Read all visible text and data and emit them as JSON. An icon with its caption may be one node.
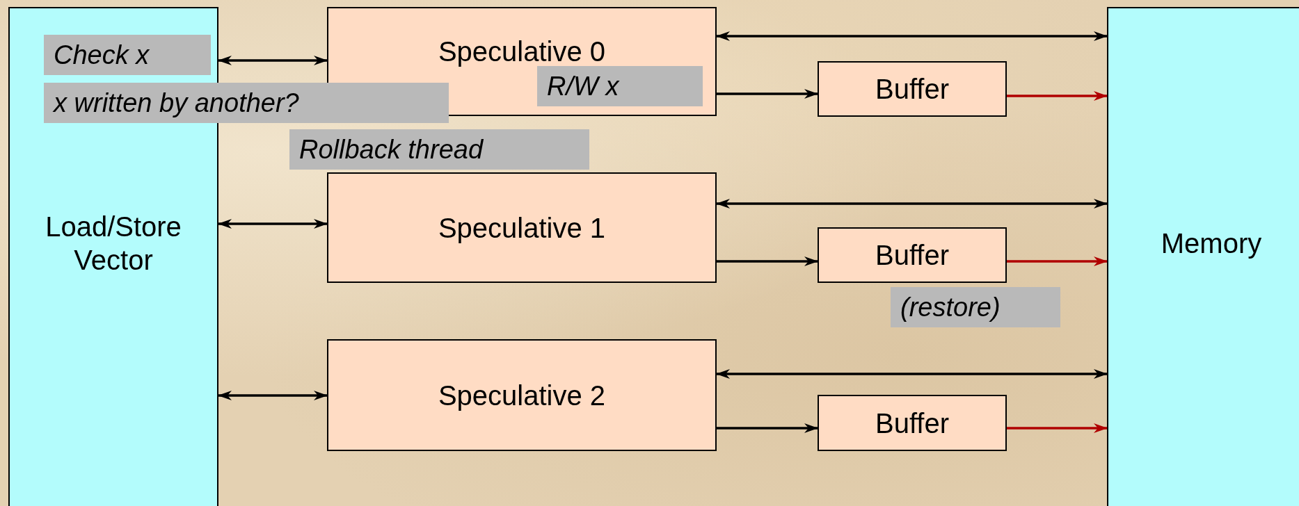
{
  "diagram": {
    "nodes": [
      {
        "text": [
          "Load/Store Vector"
        ]
      },
      {
        "text": [
          "Memory"
        ]
      },
      {
        "text": [
          "Speculative 0"
        ]
      },
      {
        "text": [
          "Speculative 1"
        ]
      },
      {
        "text": [
          "Speculative 2"
        ]
      },
      {
        "text": [
          "Buffer"
        ]
      },
      {
        "text": [
          "Buffer"
        ]
      },
      {
        "text": [
          "Buffer"
        ]
      }
    ],
    "edges": [
      {
        "from": 0,
        "to": 2,
        "arrow": "both"
      },
      {
        "from": 0,
        "to": 3,
        "arrow": "both"
      },
      {
        "from": 0,
        "to": 4,
        "arrow": "both"
      },
      {
        "from": 2,
        "to": 1,
        "arrow": "both"
      },
      {
        "from": 2,
        "to": 5,
        "arrow": "to"
      },
      {
        "from": 5,
        "to": 1,
        "arrow": "to",
        "color": "#b00000"
      },
      {
        "from": 3,
        "to": 1,
        "arrow": "both"
      },
      {
        "from": 3,
        "to": 6,
        "arrow": "to"
      },
      {
        "from": 6,
        "to": 1,
        "arrow": "to",
        "color": "#b00000"
      },
      {
        "from": 4,
        "to": 1,
        "arrow": "both"
      },
      {
        "from": 4,
        "to": 7,
        "arrow": "to"
      },
      {
        "from": 7,
        "to": 1,
        "arrow": "to",
        "color": "#b00000"
      }
    ],
    "labels": [
      "Check x",
      "x written by another?",
      "R/W x",
      "Rollback thread",
      "(restore)"
    ]
  }
}
